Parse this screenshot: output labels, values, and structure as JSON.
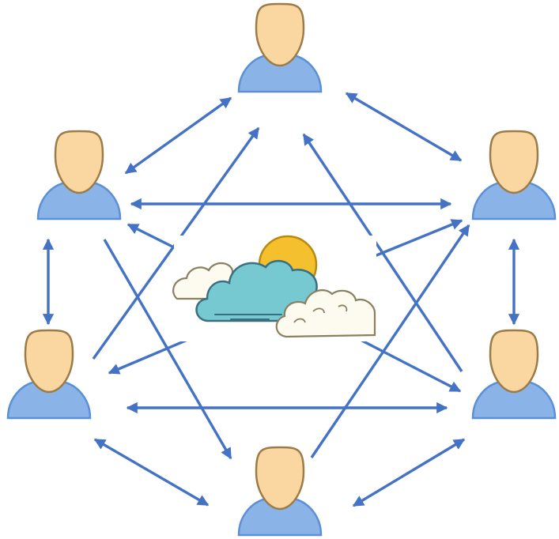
{
  "diagram": {
    "people": [
      {
        "id": "top",
        "icon": "person-icon"
      },
      {
        "id": "upper-left",
        "icon": "person-icon"
      },
      {
        "id": "upper-right",
        "icon": "person-icon"
      },
      {
        "id": "lower-left",
        "icon": "person-icon"
      },
      {
        "id": "lower-right",
        "icon": "person-icon"
      },
      {
        "id": "bottom",
        "icon": "person-icon"
      }
    ],
    "center": {
      "icon": "cloud-sun-icon"
    },
    "connections": [
      {
        "from": "top",
        "to": "upper-left",
        "type": "bidirectional"
      },
      {
        "from": "top",
        "to": "upper-right",
        "type": "bidirectional"
      },
      {
        "from": "upper-left",
        "to": "upper-right",
        "type": "bidirectional"
      },
      {
        "from": "upper-left",
        "to": "lower-left",
        "type": "bidirectional"
      },
      {
        "from": "upper-right",
        "to": "lower-right",
        "type": "bidirectional"
      },
      {
        "from": "lower-left",
        "to": "lower-right",
        "type": "bidirectional"
      },
      {
        "from": "lower-left",
        "to": "bottom",
        "type": "bidirectional"
      },
      {
        "from": "lower-right",
        "to": "bottom",
        "type": "bidirectional"
      },
      {
        "from": "lower-left",
        "to": "top",
        "type": "directed"
      },
      {
        "from": "upper-left",
        "to": "bottom",
        "type": "directed"
      },
      {
        "from": "bottom",
        "to": "upper-right",
        "type": "directed"
      },
      {
        "from": "top",
        "to": "lower-right",
        "type": "directed"
      },
      {
        "from": "center",
        "to": "upper-left",
        "type": "directed"
      },
      {
        "from": "center",
        "to": "upper-right",
        "type": "directed"
      },
      {
        "from": "center",
        "to": "lower-left",
        "type": "directed"
      },
      {
        "from": "center",
        "to": "lower-right",
        "type": "directed"
      }
    ],
    "colors": {
      "arrow": "#4472c4",
      "person_body": "#8ab4e8",
      "person_outline": "#5b8fd6",
      "person_head": "#fad7a0",
      "person_head_outline": "#9b7b48",
      "cloud_teal": "#76c9d1",
      "cloud_teal_outline": "#3a6f80",
      "cloud_cream": "#fdfbef",
      "cloud_cream_outline": "#8a7f60",
      "sun": "#f5c02e",
      "sun_outline": "#b88a10"
    }
  }
}
